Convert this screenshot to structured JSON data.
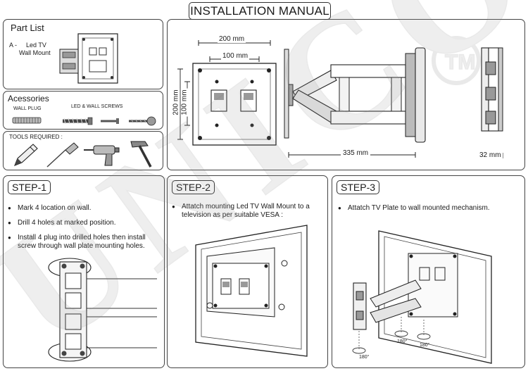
{
  "title": "INSTALLATION MANUAL",
  "part_list": {
    "heading": "Part List",
    "item_letter": "A -",
    "item_name_line1": "Led TV",
    "item_name_line2": "Wall Mount"
  },
  "accessories": {
    "heading": "Acessories",
    "wall_plug": "WALL PLUG",
    "screws": "LED & WALL SCREWS"
  },
  "tools": {
    "heading": "TOOLS REQUIRED :"
  },
  "dimensions": {
    "width_outer": "200 mm",
    "width_inner": "100 mm",
    "height_outer": "200 mm",
    "height_inner": "100 mm",
    "extension": "335 mm",
    "depth": "32 mm"
  },
  "watermark": {
    "brand": "UNICO",
    "tm": "TM"
  },
  "steps": [
    {
      "label": "STEP-1",
      "bullets": [
        "Mark 4 location on wall.",
        "Drill 4 holes at marked position.",
        "Install 4 plug into drilled holes then install screw through wall plate mounting holes."
      ]
    },
    {
      "label": "STEP-2",
      "bullets": [
        "Attatch mounting Led TV Wall Mount to a television as per suitable VESA :"
      ]
    },
    {
      "label": "STEP-3",
      "bullets": [
        "Attatch TV Plate to wall mounted mechanism."
      ],
      "angles": [
        "180°",
        "180°",
        "180°"
      ]
    }
  ]
}
